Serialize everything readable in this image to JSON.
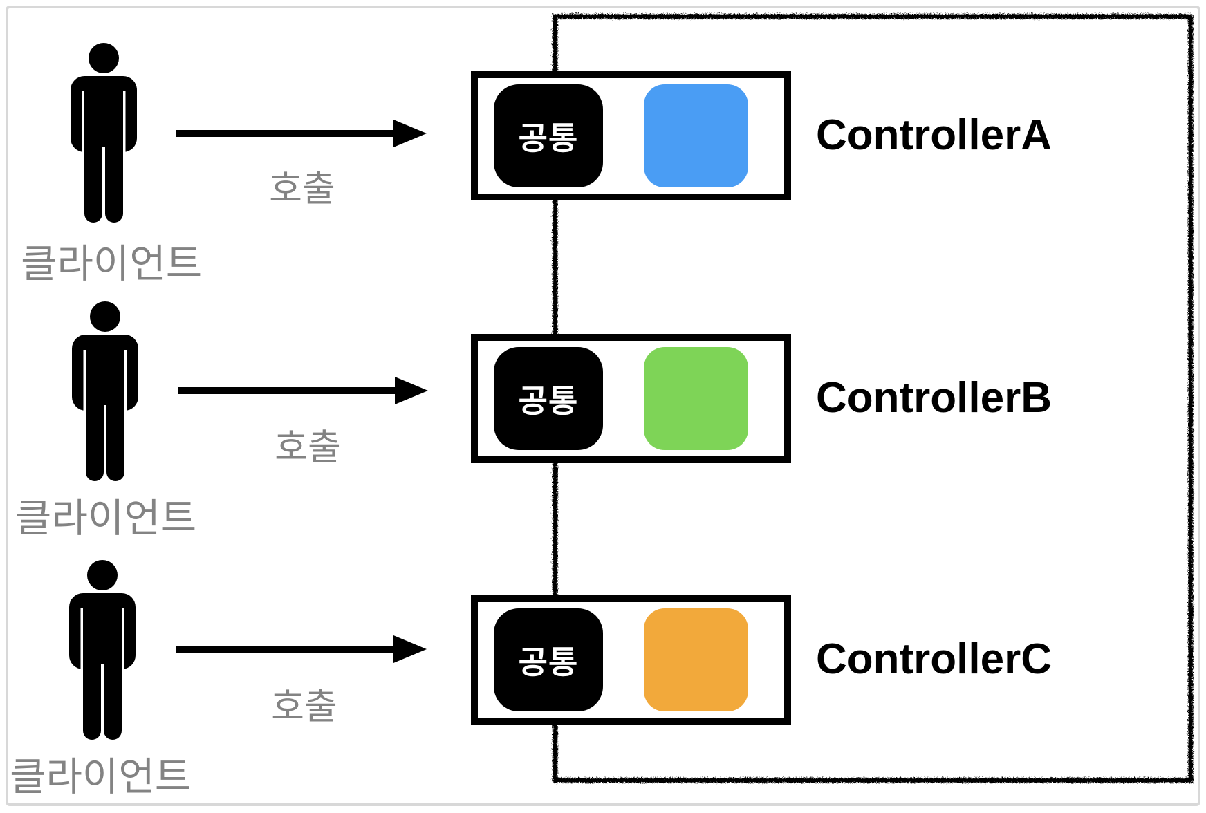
{
  "diagram": {
    "clients": [
      {
        "label": "클라이언트"
      },
      {
        "label": "클라이언트"
      },
      {
        "label": "클라이언트"
      }
    ],
    "arrows": [
      {
        "label": "호출"
      },
      {
        "label": "호출"
      },
      {
        "label": "호출"
      }
    ],
    "controllers": [
      {
        "name": "ControllerA",
        "common_label": "공통",
        "accent_color": "#4a9df4"
      },
      {
        "name": "ControllerB",
        "common_label": "공통",
        "accent_color": "#7ed457"
      },
      {
        "name": "ControllerC",
        "common_label": "공통",
        "accent_color": "#f2a93b"
      }
    ],
    "icons": {
      "person": "person-icon",
      "arrow": "arrow-right-icon"
    },
    "colors": {
      "common_box": "#000000",
      "label_gray": "#838383",
      "box_border": "#000000",
      "sketch_border": "#000000",
      "frame_border": "#d8d8d8",
      "background": "#ffffff"
    }
  }
}
